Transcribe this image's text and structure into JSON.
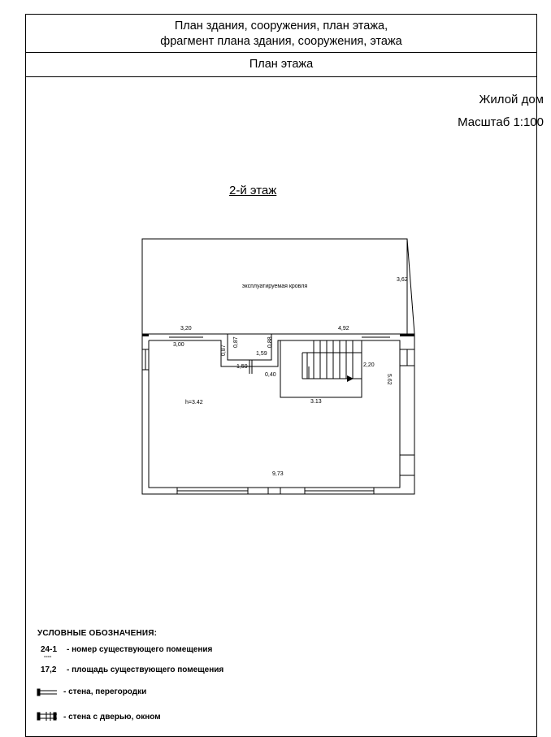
{
  "header": {
    "line1": "План здания, сооружения, план этажа,",
    "line2": "фрагмент плана здания, сооружения, этажа",
    "subtitle": "План этажа"
  },
  "object": {
    "name": "Жилой дом",
    "scale": "Масштаб 1:100"
  },
  "floor_title": "2-й этаж",
  "plan": {
    "roof_label": "эксплуатируемая кровля",
    "height_label": "h=3.42",
    "dims": {
      "roof_side": "3,62",
      "top_left_outer": "3,20",
      "top_left_inner": "3,00",
      "corridor_v1": "0,87",
      "corridor_v2": "0,87",
      "corridor_v3": "0,88",
      "corridor_top": "1,59",
      "corridor_bottom": "1,59",
      "corridor_gap": "0,40",
      "top_right": "4,92",
      "stair_side": "2,20",
      "stair_bottom": "3.13",
      "right_side": "5.62",
      "bottom": "9,73"
    }
  },
  "legend": {
    "title": "УСЛОВНЫЕ ОБОЗНАЧЕНИЯ:",
    "room_number_sample": "24-1",
    "room_number_sep": "----",
    "room_number_text": "- номер существующего помещения",
    "area_sample": "17,2",
    "area_text": "- площадь существующего помещения",
    "wall_text": "- стена, перегородки",
    "door_text": "- стена с дверью, окном"
  }
}
